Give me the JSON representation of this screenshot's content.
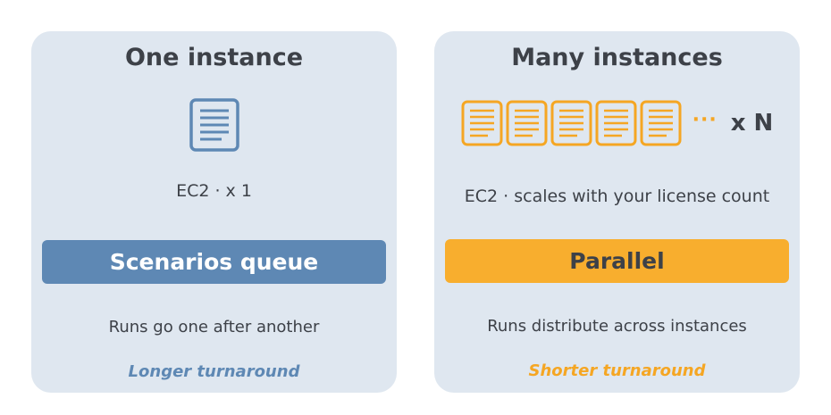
{
  "colors": {
    "card_bg": "#dfe7f0",
    "blue": "#5e88b4",
    "orange": "#f8ae2e",
    "text": "#3d4148"
  },
  "left_panel": {
    "title": "One instance",
    "icon": "document-icon",
    "subtitle": "EC2 · x 1",
    "bar_label": "Scenarios queue",
    "description": "Runs go one after another",
    "note": "Longer turnaround"
  },
  "right_panel": {
    "title": "Many instances",
    "icon": "document-icon",
    "icon_count_shown": 5,
    "ellipsis": "···",
    "multiplier": "x N",
    "subtitle": "EC2 · scales with your license count",
    "bar_label": "Parallel",
    "description": "Runs distribute across instances",
    "note": "Shorter turnaround"
  }
}
